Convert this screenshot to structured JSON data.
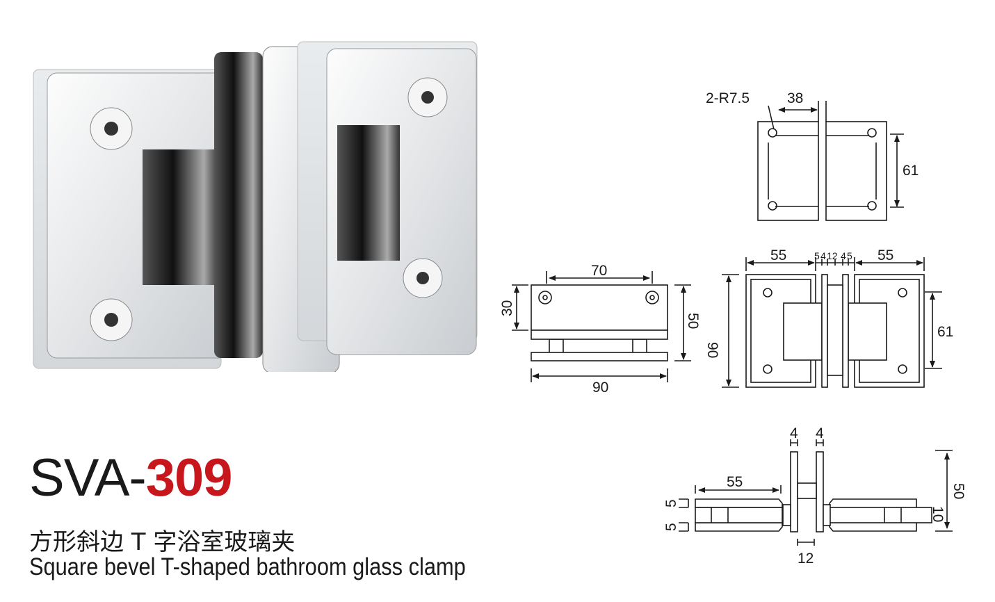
{
  "product": {
    "model_prefix": "SVA-",
    "model_number": "309",
    "name_cn": "方形斜边 T 字浴室玻璃夹",
    "name_en": "Square bevel T-shaped bathroom glass clamp",
    "accent_color": "#c8161d"
  },
  "drawings": {
    "top_view": {
      "radius": "2-R7.5",
      "width": "38",
      "height": "61"
    },
    "side_view": {
      "hole_spacing": "70",
      "offset": "30",
      "height": "50",
      "width": "90"
    },
    "front_view": {
      "left_plate": "55",
      "gap_a": "5",
      "gap_b": "4",
      "gap_c": "12",
      "gap_d": "4",
      "gap_e": "5",
      "right_plate": "55",
      "height": "90",
      "inner_height": "61"
    },
    "section_view": {
      "plate_a": "4",
      "plate_b": "4",
      "length": "55",
      "gap_top": "5",
      "gap_bottom": "5",
      "height": "50",
      "step": "10",
      "spacing": "12"
    }
  }
}
